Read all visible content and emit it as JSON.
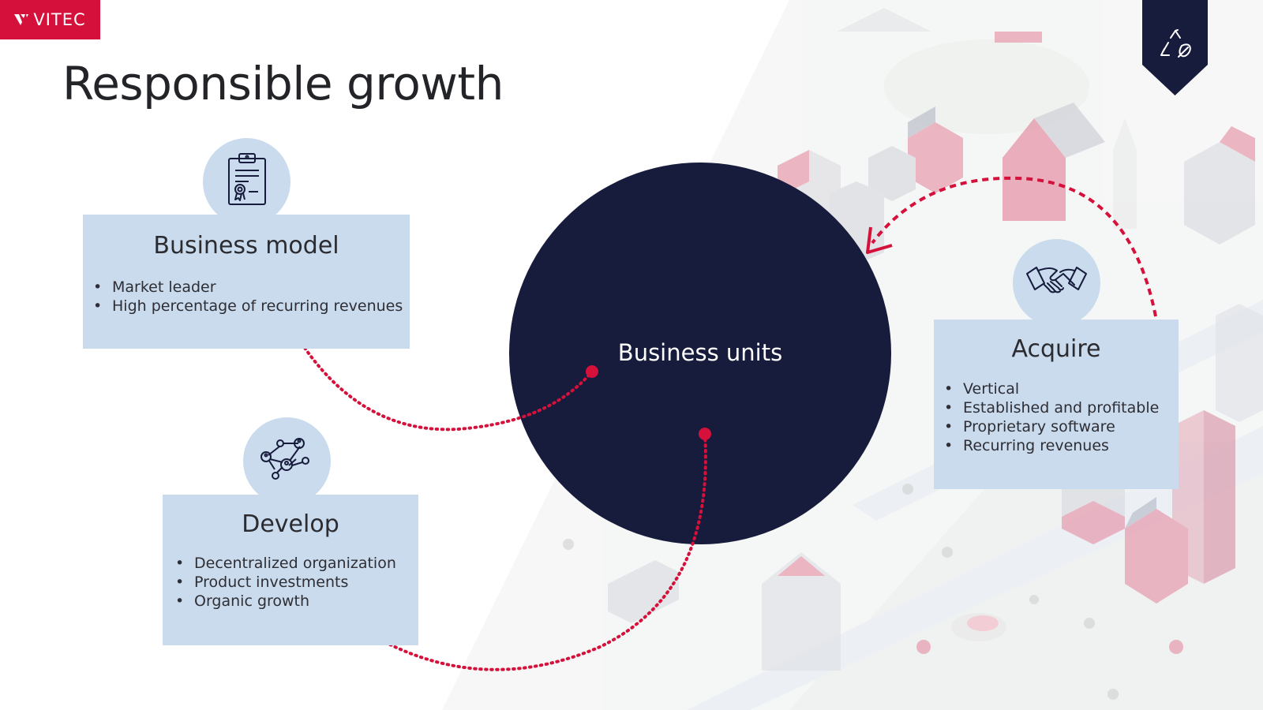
{
  "brand": {
    "logo_text": "VITEC",
    "logo_color": "#d5103a",
    "badge_color": "#171b3c",
    "badge_icon": "recycle-leaf-icon"
  },
  "title": "Responsible growth",
  "center": {
    "label": "Business units",
    "color": "#171b3c"
  },
  "cards": {
    "business_model": {
      "title": "Business model",
      "icon": "certificate-clipboard-icon",
      "bullets": [
        "Market leader",
        "High percentage of recurring revenues"
      ]
    },
    "develop": {
      "title": "Develop",
      "icon": "people-network-icon",
      "bullets": [
        "Decentralized organization",
        "Product investments",
        "Organic growth"
      ]
    },
    "acquire": {
      "title": "Acquire",
      "icon": "handshake-icon",
      "bullets": [
        "Vertical",
        "Established and profitable",
        "Proprietary software",
        "Recurring revenues"
      ]
    }
  },
  "colors": {
    "card_bg": "#c9dbed",
    "connector": "#d5103a",
    "text": "#222428"
  }
}
